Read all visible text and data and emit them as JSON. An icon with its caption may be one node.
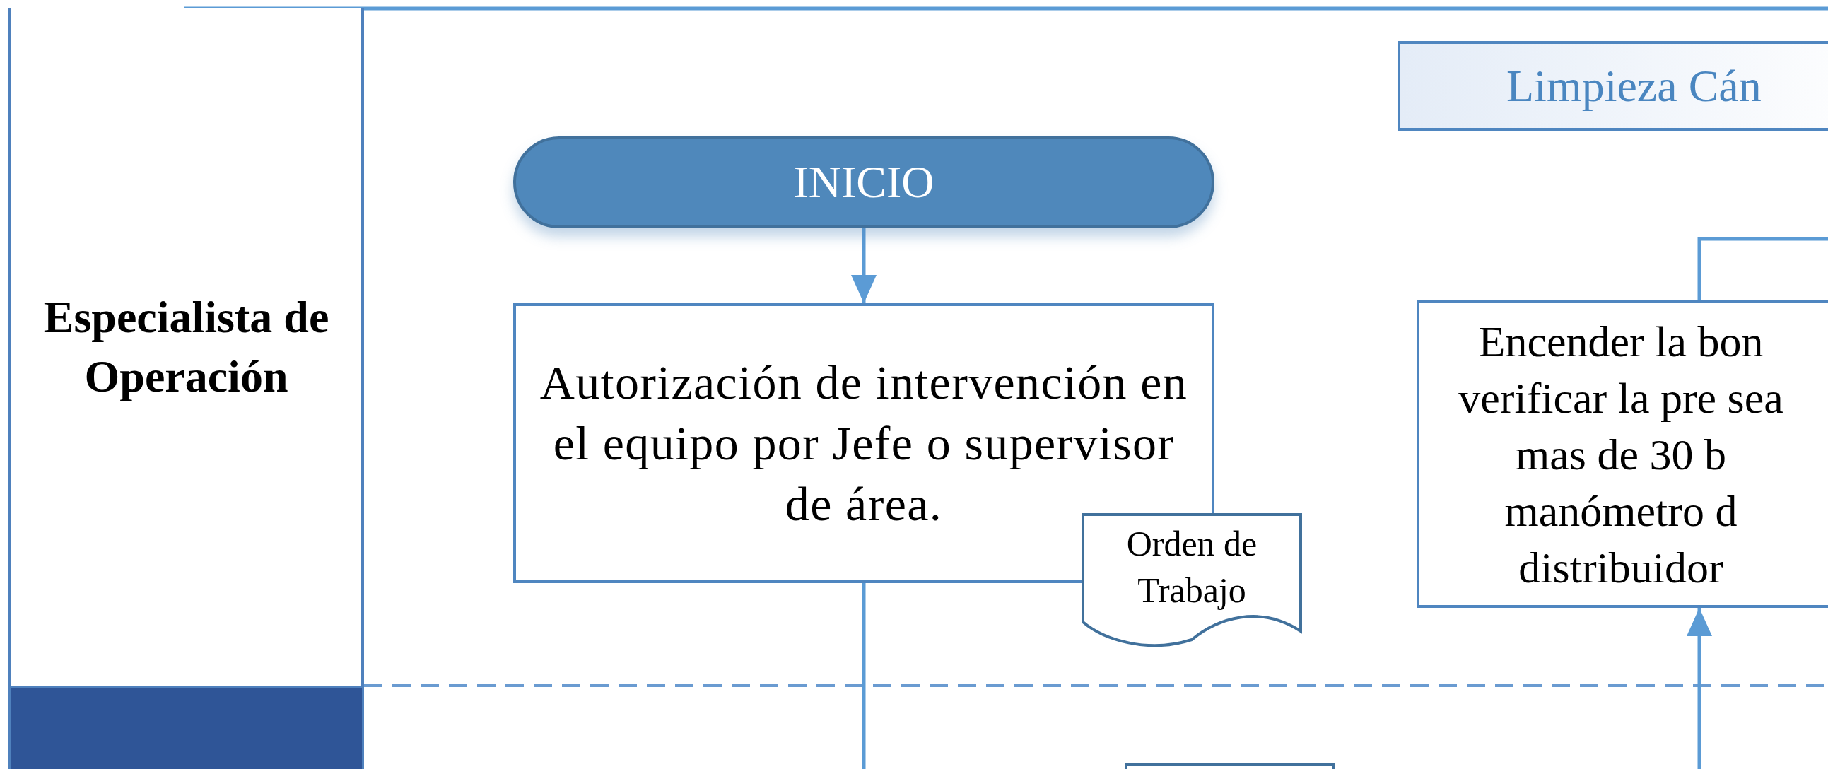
{
  "diagram": {
    "nodes": [
      {
        "text": [
          "Especialista de Operación"
        ]
      },
      {
        "text": [],
        "shape": "box"
      },
      {
        "text": [
          "Limpieza Cán"
        ]
      },
      {
        "text": [
          "INICIO"
        ]
      },
      {
        "text": [
          "Autorización de intervención en el equipo por Jefe o supervisor de área."
        ]
      },
      {
        "text": [
          "Orden de Trabajo"
        ]
      },
      {
        "text": [
          "Encender la bon verificar la pre sea  mas de 30 b manómetro d distribuidor"
        ]
      },
      {
        "text": [],
        "shape": "box"
      }
    ],
    "edges": [
      {
        "from": 3,
        "to": 4,
        "arrow": "to"
      },
      {
        "from": 4,
        "to": null,
        "arrow": "none"
      },
      {
        "from": 6,
        "to": null,
        "arrow": "none"
      },
      {
        "from": null,
        "to": 6,
        "arrow": "to"
      }
    ]
  }
}
